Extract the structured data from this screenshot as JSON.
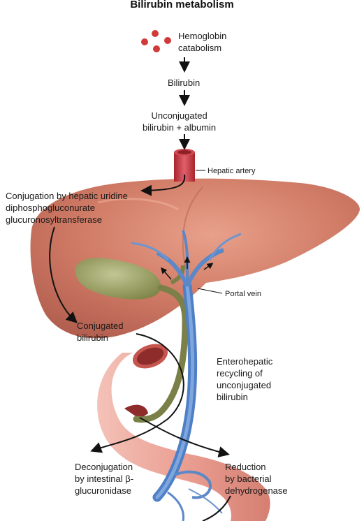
{
  "title": "Bilirubin metabolism",
  "labels": {
    "hemoglobin": "Hemoglobin\ncatabolism",
    "bilirubin": "Bilirubin",
    "unconjugated": "Unconjugated\nbilirubin + albumin",
    "hepatic_artery": "Hepatic artery",
    "conjugation": "Conjugation by hepatic uridine\ndiphosphogluconurate\nglucuronosyltransferase",
    "portal_vein": "Portal vein",
    "conjugated": "Conjugated\nbilirubin",
    "enterohepatic": "Enterohepatic\nrecycling of\nunconjugated\nbilirubin",
    "deconjugation": "Deconjugation\nby intestinal β-\nglucuronidase",
    "reduction": "Reduction\nby bacterial\ndehydrogenase"
  }
}
